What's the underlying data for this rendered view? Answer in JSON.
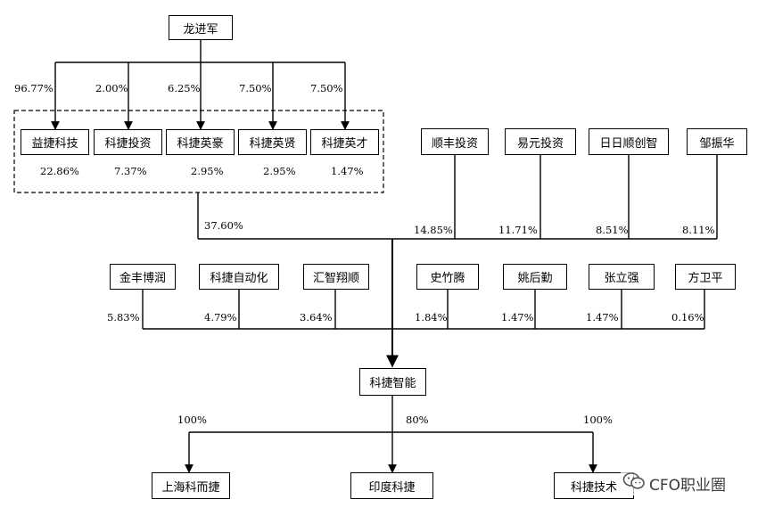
{
  "nodes": {
    "long_jinjun": "龙进军",
    "yijie_keji": "益捷科技",
    "kejie_touzi": "科捷投资",
    "kejie_yinghao": "科捷英豪",
    "kejie_yingxian": "科捷英贤",
    "kejie_yingcai": "科捷英才",
    "shunfeng_touzi": "顺丰投资",
    "yiyuan_touzi": "易元投资",
    "riri_shun": "日日顺创智",
    "zou_zhenhua": "邹振华",
    "jinfeng_borun": "金丰博润",
    "kejie_zidonghua": "科捷自动化",
    "huizhi_xiangshun": "汇智翔顺",
    "shi_zhuteng": "史竹腾",
    "yao_houqin": "姚后勤",
    "zhang_liqiang": "张立强",
    "fang_weiping": "方卫平",
    "kejie_zhineng": "科捷智能",
    "shanghai_kejie": "上海科而捷",
    "india_kejie": "印度科捷",
    "kejie_jishu": "科捷技术"
  },
  "percentages": {
    "long_to_yijie": "96.77%",
    "long_to_touzi": "2.00%",
    "long_to_yinghao": "6.25%",
    "long_to_yingxian": "7.50%",
    "long_to_yingcai": "7.50%",
    "yijie_to_zhineng": "22.86%",
    "touzi_to_zhineng": "7.37%",
    "yinghao_to_zhineng": "2.95%",
    "yingxian_to_zhineng": "2.95%",
    "yingcai_to_zhineng": "1.47%",
    "group_total": "37.60%",
    "shunfeng": "14.85%",
    "yiyuan": "11.71%",
    "riri": "8.51%",
    "zou": "8.11%",
    "jinfeng": "5.83%",
    "zidonghua": "4.79%",
    "huizhi": "3.64%",
    "shi": "1.84%",
    "yao": "1.47%",
    "zhang": "1.47%",
    "fang": "0.16%",
    "to_shanghai": "100%",
    "to_india": "80%",
    "to_jishu": "100%"
  },
  "watermark": {
    "text": "CFO职业圈",
    "icon": "wechat-icon"
  },
  "colors": {
    "line": "#000000",
    "background": "#ffffff"
  }
}
